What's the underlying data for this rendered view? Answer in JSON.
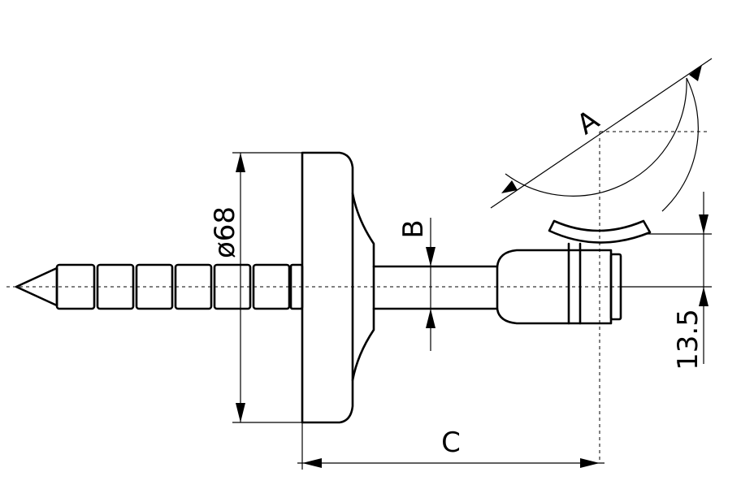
{
  "dimensions": {
    "a": "A",
    "b": "B",
    "c": "C",
    "diameter": "ø68",
    "offset": "13.5"
  }
}
